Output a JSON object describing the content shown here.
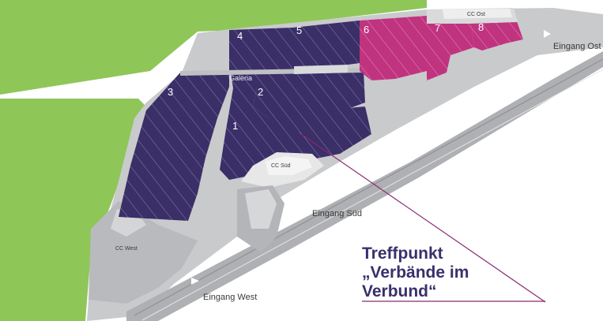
{
  "halls": [
    "1",
    "2",
    "3",
    "4",
    "5",
    "6",
    "7",
    "8"
  ],
  "areas": {
    "galeria": "Galeria",
    "cc_sued": "CC Süd",
    "cc_ost": "CC Ost",
    "cc_west": "CC West"
  },
  "entrances": {
    "sued": "Eingang Süd",
    "west": "Eingang West",
    "ost": "Eingang Ost"
  },
  "callout": {
    "line1": "Treffpunkt",
    "line2": "„Verbände im",
    "line3": "Verbund“"
  },
  "colors": {
    "grass": "#8fc658",
    "hall_dark": "#3b2f68",
    "hall_highlight": "#c0337f",
    "ground": "#c9cacc",
    "callout_text": "#3a2f6b",
    "callout_line": "#8a2a6e"
  }
}
